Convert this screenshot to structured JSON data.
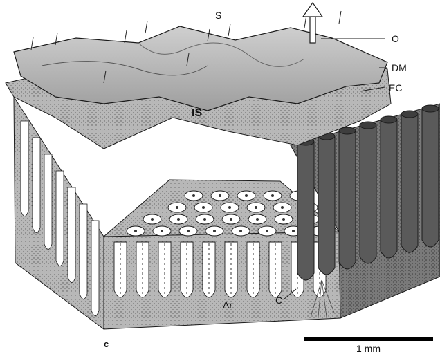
{
  "figure": {
    "panel_letter": "c",
    "labels": {
      "S": "S",
      "O": "O",
      "DM": "DM",
      "EC": "EC",
      "IS": "IS",
      "Ar": "Ar",
      "C": "C"
    },
    "scale_bar": {
      "text": "1 mm"
    }
  },
  "colors": {
    "tissue_gray": "#bdbdbd",
    "tissue_dark": "#6e6e6e",
    "lumen_white": "#ffffff",
    "outline": "#1a1a1a",
    "calyx_dark": "#4a4a4a"
  }
}
